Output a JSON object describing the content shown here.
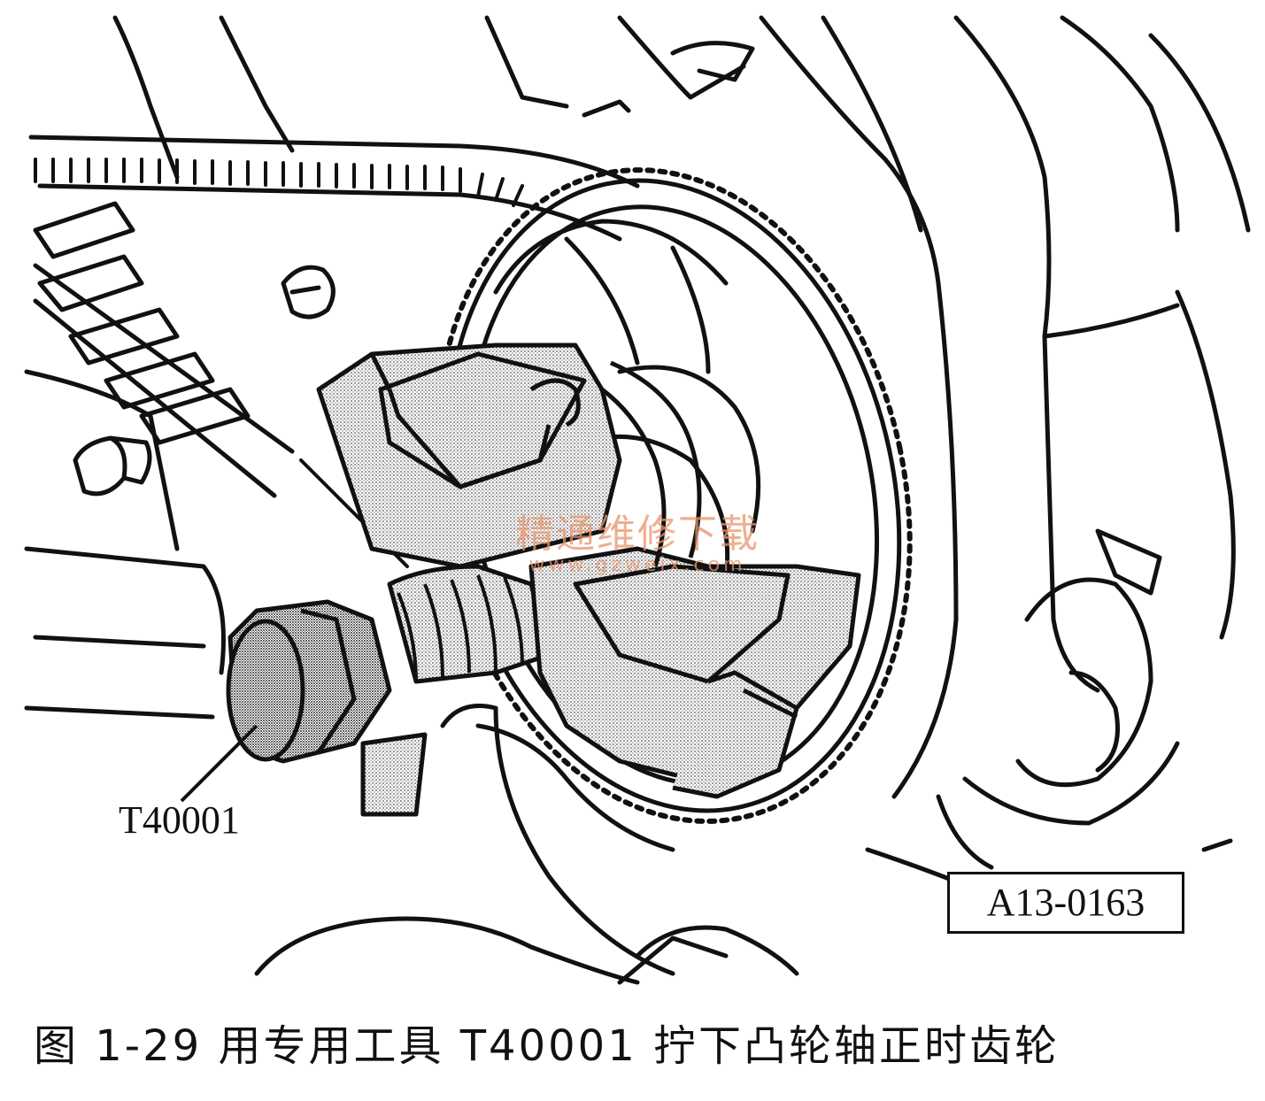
{
  "figure": {
    "caption": "图 1-29   用专用工具 T40001 拧下凸轮轴正时齿轮",
    "figure_id": "A13-0163",
    "callout_label": "T40001",
    "watermark": {
      "text": "精通维修下载",
      "url": "www.gzweix.com",
      "color": "#e8956b"
    }
  }
}
